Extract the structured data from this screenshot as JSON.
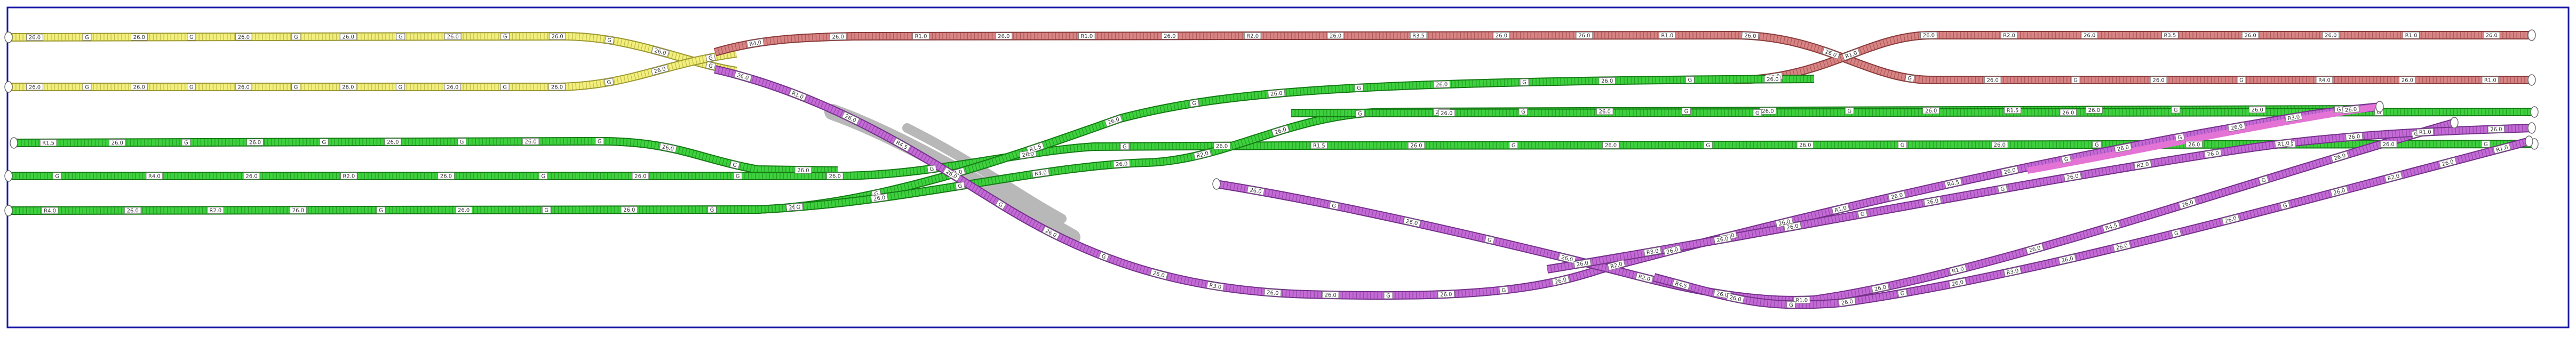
{
  "layout_title": "",
  "colors": {
    "frame": "#1a1aa8",
    "yellow_fill": "#f2ef7c",
    "yellow_edge": "#9c9830",
    "red_fill": "#d98484",
    "red_edge": "#8a3a3a",
    "green_fill": "#3ed13e",
    "green_edge": "#147a14",
    "purple_fill": "#c46ad6",
    "purple_edge": "#74308a",
    "pink_fill": "#e473d6",
    "shadow": "#b8b8b8"
  },
  "segment_labels": {
    "yellow": [
      "26.0",
      "G",
      "26.0",
      "G",
      "26.0",
      "G",
      "26.0",
      "G",
      "26.0",
      "G",
      "26.0",
      "G",
      "26.0",
      "G"
    ],
    "red": [
      "R4.0",
      "26.0",
      "R1.0",
      "26.0",
      "R1.0",
      "26.0",
      "R2.0",
      "26.0",
      "R3.5",
      "26.0",
      "26.0",
      "R1.0",
      "26.0",
      "26.0",
      "G",
      "26.0",
      "G",
      "26.0",
      "G"
    ],
    "green": [
      "R1.5",
      "26.0",
      "G",
      "26.0",
      "G",
      "26.0",
      "G",
      "26.0",
      "G",
      "26.0",
      "G",
      "26.0",
      "G",
      "R4.0",
      "26.0",
      "R2.0",
      "26.0",
      "G",
      "26.0",
      "G",
      "26.0",
      "G",
      "26.0",
      "G",
      "26.0"
    ],
    "purple": [
      "26.0",
      "R1.0",
      "26.0",
      "R4.5",
      "26.0",
      "G",
      "26.0",
      "G",
      "26.0",
      "R3.0",
      "26.0",
      "26.0",
      "G",
      "26.0",
      "G",
      "26.0",
      "R2.0",
      "26.0",
      "R1.0"
    ]
  }
}
